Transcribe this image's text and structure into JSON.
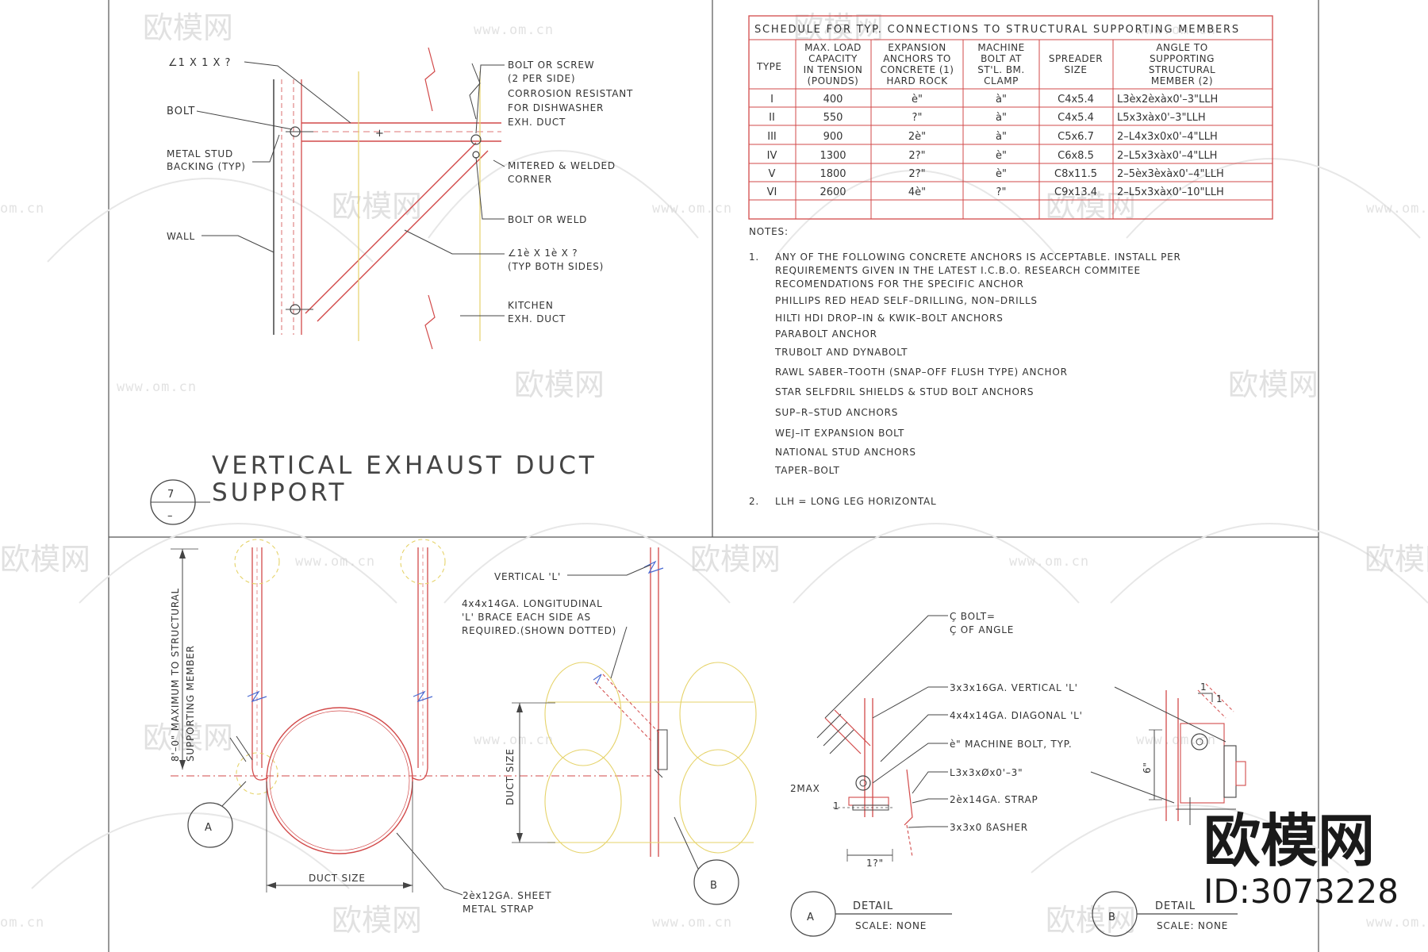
{
  "detail7": {
    "labels": {
      "angle_top": "∠1 X 1 X ?",
      "bolt": "BOLT",
      "stud_backing_1": "METAL STUD",
      "stud_backing_2": "BACKING (TYP)",
      "wall": "WALL",
      "bolt_screw_1": "BOLT OR SCREW",
      "bolt_screw_2": "(2 PER SIDE)",
      "bolt_screw_3": "CORROSION RESISTANT",
      "bolt_screw_4": "FOR DISHWASHER",
      "bolt_screw_5": "EXH. DUCT",
      "mitered_1": "MITERED & WELDED",
      "mitered_2": "CORNER",
      "bolt_weld": "BOLT OR WELD",
      "angle_brace_1": "∠1è X 1è X ?",
      "angle_brace_2": "(TYP BOTH SIDES)",
      "kitchen_1": "KITCHEN",
      "kitchen_2": "EXH. DUCT"
    },
    "title_line1": "VERTICAL EXHAUST DUCT",
    "title_line2": "SUPPORT",
    "number": "7",
    "number_sub": "–"
  },
  "schedule": {
    "title": "SCHEDULE FOR TYP. CONNECTIONS TO STRUCTURAL SUPPORTING MEMBERS",
    "headers": [
      [
        "TYPE"
      ],
      [
        "MAX. LOAD",
        "CAPACITY",
        "IN TENSION",
        "(POUNDS)"
      ],
      [
        "EXPANSION",
        "ANCHORS TO",
        "CONCRETE (1)",
        "HARD ROCK"
      ],
      [
        "MACHINE",
        "BOLT AT",
        "ST'L. BM.",
        "CLAMP"
      ],
      [
        "SPREADER",
        "SIZE"
      ],
      [
        "ANGLE TO",
        "SUPPORTING",
        "STRUCTURAL",
        "MEMBER (2)"
      ]
    ],
    "rows": [
      [
        "I",
        "400",
        "è\"",
        "à\"",
        "C4x5.4",
        "L3èx2èxàx0'–3\"LLH"
      ],
      [
        "II",
        "550",
        "?\"",
        "à\"",
        "C4x5.4",
        "L5x3xàx0'–3\"LLH"
      ],
      [
        "III",
        "900",
        "2è\"",
        "à\"",
        "C5x6.7",
        "2–L4x3x0x0'–4\"LLH"
      ],
      [
        "IV",
        "1300",
        "2?\"",
        "è\"",
        "C6x8.5",
        "2–L5x3xàx0'–4\"LLH"
      ],
      [
        "V",
        "1800",
        "2?\"",
        "è\"",
        "C8x11.5",
        "2–5èx3èxàx0'–4\"LLH"
      ],
      [
        "VI",
        "2600",
        "4è\"",
        "?\"",
        "C9x13.4",
        "2–L5x3xàx0'–10\"LLH"
      ],
      [
        "",
        "",
        "",
        "",
        "",
        ""
      ]
    ]
  },
  "notes": {
    "heading": "NOTES:",
    "n1_num": "1.",
    "n1_lines": [
      "ANY OF THE FOLLOWING CONCRETE ANCHORS IS ACCEPTABLE. INSTALL PER",
      "REQUIREMENTS GIVEN IN THE LATEST I.C.B.O. RESEARCH COMMITEE",
      "RECOMENDATIONS FOR THE SPECIFIC ANCHOR",
      "PHILLIPS RED HEAD SELF–DRILLING, NON–DRILLS",
      "HILTI HDI DROP–IN & KWIK–BOLT ANCHORS",
      "PARABOLT ANCHOR",
      "TRUBOLT AND DYNABOLT",
      "RAWL SABER–TOOTH (SNAP–OFF FLUSH TYPE) ANCHOR",
      "STAR SELFDRIL SHIELDS & STUD BOLT ANCHORS",
      "SUP–R–STUD ANCHORS",
      "WEJ–IT EXPANSION BOLT",
      "NATIONAL STUD ANCHORS",
      "TAPER–BOLT"
    ],
    "n2_num": "2.",
    "n2_text": "LLH = LONG LEG HORIZONTAL"
  },
  "hanger": {
    "max_1": "8'–0\" MAXIMUM TO STRUCTURAL",
    "max_2": "SUPPORTING MEMBER",
    "duct_size_h": "DUCT SIZE",
    "duct_size_v": "DUCT SIZE",
    "callout_a": "A",
    "callout_b": "B",
    "vertical_l": "VERTICAL 'L'",
    "brace_1": "4x4x14GA. LONGITUDINAL",
    "brace_2": "'L' BRACE EACH SIDE AS",
    "brace_3": "REQUIRED.(SHOWN DOTTED)",
    "strap_1": "2èx12GA. SHEET",
    "strap_2": "METAL STRAP"
  },
  "detailA": {
    "bolt_1": "Ç BOLT=",
    "bolt_2": "Ç OF ANGLE",
    "vert_l": "3x3x16GA. VERTICAL 'L'",
    "diag_l": "4x4x14GA. DIAGONAL 'L'",
    "mach_bolt": "è\" MACHINE BOLT, TYP.",
    "angle": "L3x3xØx0'–3\"",
    "strap": "2èx14GA. STRAP",
    "washer": "3x3x0  ßASHER",
    "two_max": "2MAX",
    "one": "1",
    "dim": "1?\"",
    "label": "DETAIL",
    "scale": "SCALE: NONE",
    "letter": "A"
  },
  "detailB": {
    "label": "DETAIL",
    "scale": "SCALE: NONE",
    "letter": "B",
    "dim6": "6\"",
    "one_a": "1",
    "one_b": "1"
  },
  "watermark": {
    "cn": "欧模网",
    "url": "www.om.cn",
    "url_short": "om.cn",
    "brand": "欧模网",
    "id": "ID:3073228"
  }
}
